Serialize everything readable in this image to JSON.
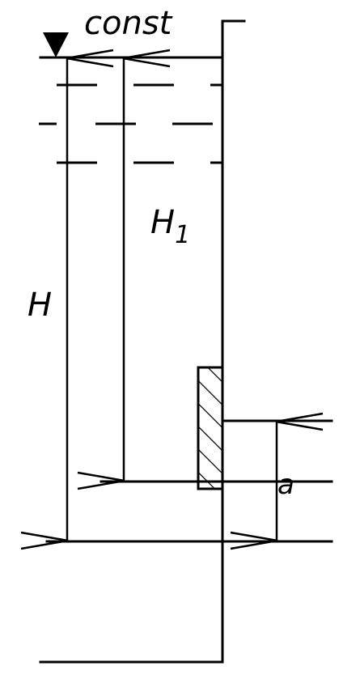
{
  "labels": {
    "level": "const",
    "depth_total": "H",
    "depth_gate_base": "H",
    "depth_gate_sub": "1",
    "gate_height": "a"
  },
  "colors": {
    "ink": "#000000",
    "background": "#ffffff"
  },
  "icons": {
    "free_surface_marker": "inverted-triangle-icon"
  }
}
